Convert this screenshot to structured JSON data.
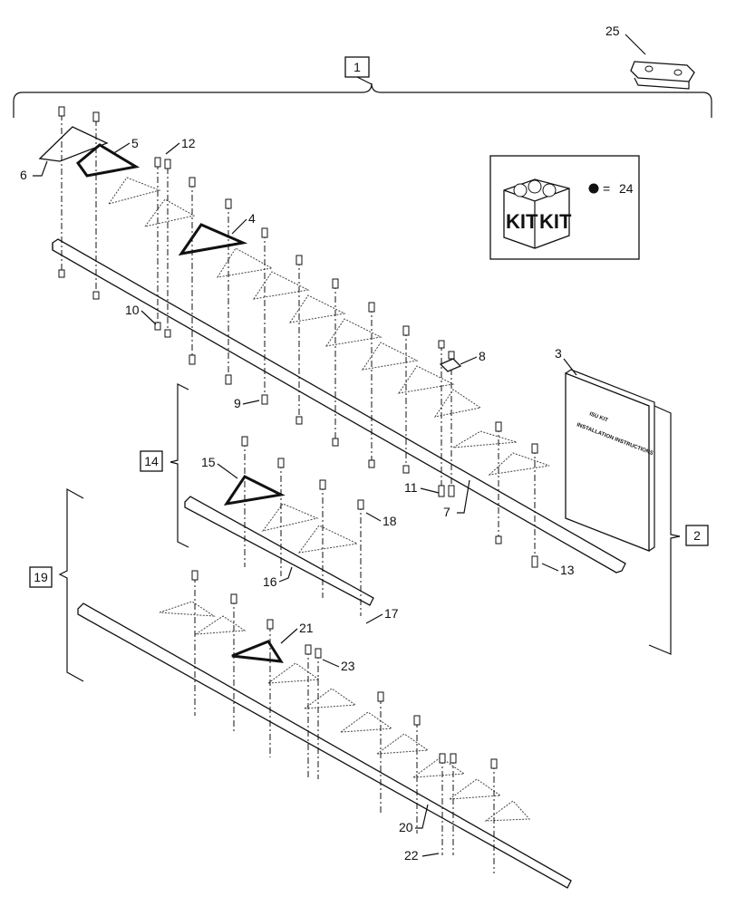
{
  "callouts": [
    {
      "id": "c1",
      "text": "1",
      "boxed": true
    },
    {
      "id": "c2",
      "text": "2",
      "boxed": true
    },
    {
      "id": "c3",
      "text": "3"
    },
    {
      "id": "c4",
      "text": "4"
    },
    {
      "id": "c5",
      "text": "5"
    },
    {
      "id": "c6",
      "text": "6"
    },
    {
      "id": "c7",
      "text": "7"
    },
    {
      "id": "c8",
      "text": "8"
    },
    {
      "id": "c9",
      "text": "9"
    },
    {
      "id": "c10",
      "text": "10"
    },
    {
      "id": "c11",
      "text": "11"
    },
    {
      "id": "c12",
      "text": "12"
    },
    {
      "id": "c13",
      "text": "13"
    },
    {
      "id": "c14",
      "text": "14",
      "boxed": true
    },
    {
      "id": "c15",
      "text": "15"
    },
    {
      "id": "c16",
      "text": "16"
    },
    {
      "id": "c17",
      "text": "17"
    },
    {
      "id": "c18",
      "text": "18"
    },
    {
      "id": "c19",
      "text": "19",
      "boxed": true
    },
    {
      "id": "c20",
      "text": "20"
    },
    {
      "id": "c21",
      "text": "21"
    },
    {
      "id": "c22",
      "text": "22"
    },
    {
      "id": "c23",
      "text": "23"
    },
    {
      "id": "c25",
      "text": "25"
    }
  ],
  "kit": {
    "label_left": "KIT",
    "label_right": "KIT",
    "legend_symbol": "=",
    "legend_ref": "24"
  },
  "manual": {
    "line1": "ISU KIT",
    "line2": "INSTALLATION INSTRUCTIONS"
  }
}
